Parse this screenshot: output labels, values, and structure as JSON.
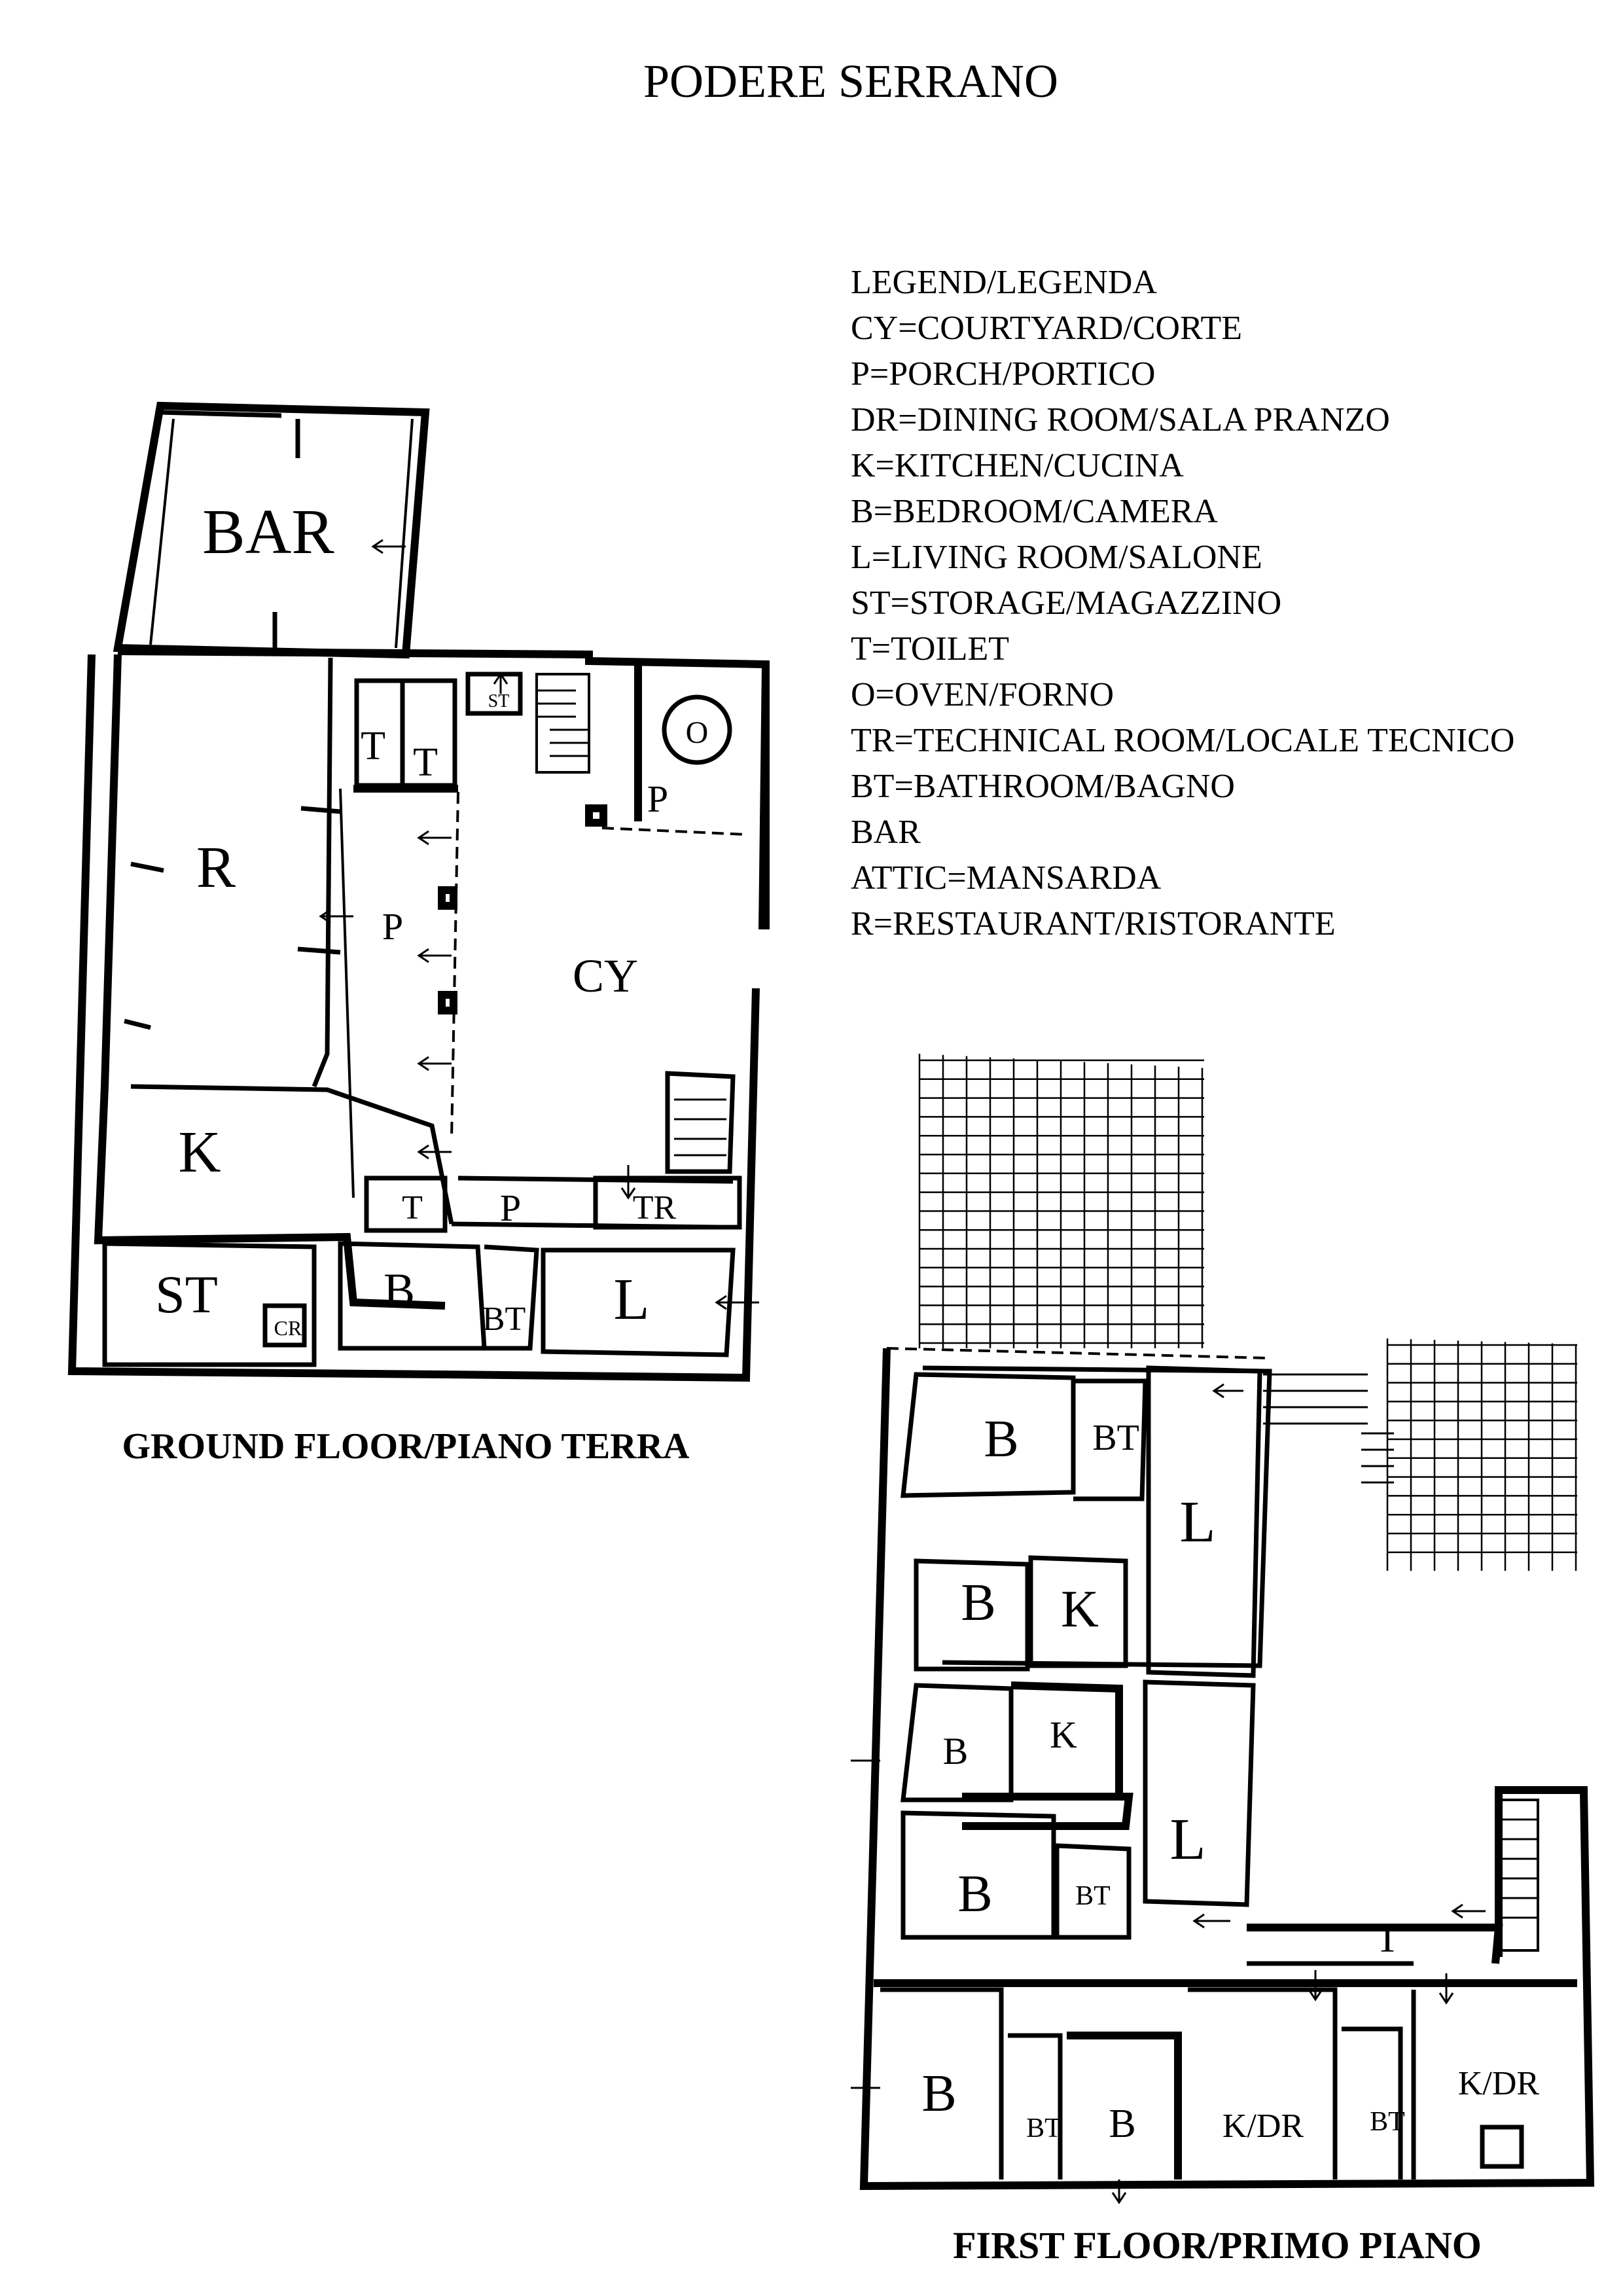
{
  "title": "PODERE SERRANO",
  "legend": [
    "LEGEND/LEGENDA",
    "CY=COURTYARD/CORTE",
    "P=PORCH/PORTICO",
    "DR=DINING ROOM/SALA PRANZO",
    "K=KITCHEN/CUCINA",
    "B=BEDROOM/CAMERA",
    "L=LIVING ROOM/SALONE",
    "ST=STORAGE/MAGAZZINO",
    "T=TOILET",
    "O=OVEN/FORNO",
    "TR=TECHNICAL ROOM/LOCALE TECNICO",
    "BT=BATHROOM/BAGNO",
    "BAR",
    "ATTIC=MANSARDA",
    "R=RESTAURANT/RISTORANTE"
  ],
  "ground_floor": {
    "caption": "GROUND FLOOR/PIANO TERRA",
    "labels": {
      "bar": "BAR",
      "st_small": "ST",
      "t1": "T",
      "t2": "T",
      "o": "O",
      "p_oven": "P",
      "r": "R",
      "p_porch": "P",
      "cy": "CY",
      "k": "K",
      "t3": "T",
      "p_lower": "P",
      "tr": "TR",
      "st": "ST",
      "cr": "CR",
      "b": "B",
      "bt": "BT",
      "l": "L"
    }
  },
  "first_floor": {
    "caption": "FIRST FLOOR/PRIMO PIANO",
    "labels": {
      "b1": "B",
      "bt1": "BT",
      "l1": "L",
      "b2": "B",
      "k1": "K",
      "b3": "B",
      "k2": "K",
      "l2": "L",
      "b4": "B",
      "bt2": "BT",
      "t": "T",
      "b5": "B",
      "bt3": "BT",
      "b6": "B",
      "kdr1": "K/DR",
      "bt4": "BT",
      "kdr2": "K/DR"
    }
  }
}
